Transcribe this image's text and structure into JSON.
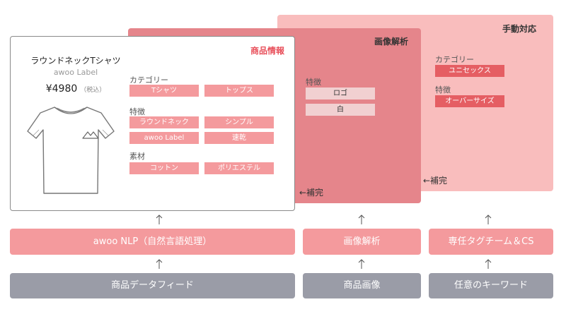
{
  "manual_panel": {
    "title": "手動対応",
    "category_label": "カテゴリー",
    "category_tags": [
      "ユニセックス"
    ],
    "feature_label": "特徴",
    "feature_tags": [
      "オーバーサイズ"
    ],
    "complement": "←補完"
  },
  "image_panel": {
    "title": "画像解析",
    "feature_label": "特徴",
    "feature_tags": [
      "ロゴ",
      "白"
    ],
    "complement": "←補完"
  },
  "product_panel": {
    "title": "商品情報",
    "name": "ラウンドネックTシャツ",
    "brand": "awoo Label",
    "price": "¥4980",
    "tax": "（税込）",
    "category_label": "カテゴリー",
    "category_tags": [
      "Tシャツ",
      "トップス"
    ],
    "feature_label": "特徴",
    "feature_tags": [
      "ラウンドネック",
      "シンプル",
      "awoo Label",
      "速乾"
    ],
    "material_label": "素材",
    "material_tags": [
      "コットン",
      "ポリエステル"
    ]
  },
  "process_row": {
    "nlp": "awoo NLP（自然言語処理）",
    "image": "画像解析",
    "team": "専任タグチーム＆CS"
  },
  "input_row": {
    "feed": "商品データフィード",
    "image": "商品画像",
    "keyword": "任意のキーワード"
  },
  "colors": {
    "tag_pink": "#f49a9d",
    "accent_red": "#e8505b",
    "manual_bg": "#f9bdbd",
    "image_bg": "#e5858b",
    "input_grey": "#9a9ca7"
  }
}
